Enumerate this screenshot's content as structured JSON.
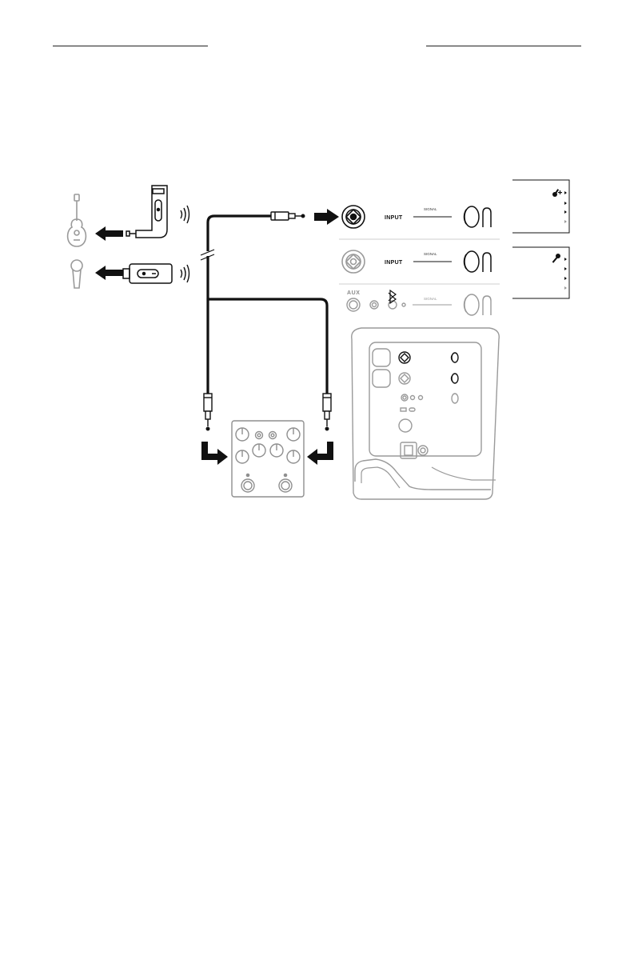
{
  "header": {
    "left_rule": "",
    "right_rule": ""
  },
  "panel": {
    "channel1_input": "INPUT",
    "channel1_signal": "SIGNAL",
    "channel2_input": "INPUT",
    "channel2_signal": "SIGNAL",
    "channel3_aux": "AUX",
    "channel3_signal": "SIGNAL"
  },
  "icons": {
    "guitar": "guitar-icon",
    "microphone": "microphone-icon",
    "wireless_receiver_guitar": "wireless-guitar-transmitter-icon",
    "wireless_receiver_mic": "wireless-mic-transmitter-icon",
    "pedalboard": "effects-pedal-icon",
    "speaker_back": "speaker-back-panel-icon",
    "bluetooth": "bluetooth-icon"
  },
  "colors": {
    "line": "#1a1a1a",
    "gray": "#9a9a9a",
    "light_gray": "#cfcfcf",
    "cable": "#111111"
  }
}
